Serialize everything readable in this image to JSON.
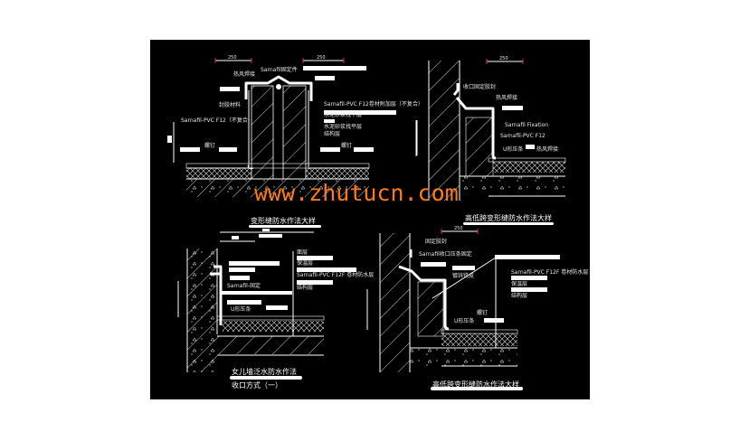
{
  "drawing": {
    "background": "#000000",
    "watermark": "www.zhutucn.com",
    "watermark_color": "#ff7a10",
    "dimension": "250",
    "top_left": {
      "title": "变形缝防水作法大样",
      "labels": [
        "热风焊接",
        "Sarnafil固定件",
        "封胶材料",
        "Sarnafil-PVC F12（不复合）",
        "螺钉",
        "螺钉",
        "Sarnafil-PVC F12卷材附加层（不复合）",
        "水泥砂浆找平层",
        "水泥砂浆找平层",
        "结构层"
      ]
    },
    "top_right": {
      "title": "高低跨变形缝防水作法大样",
      "labels": [
        "收口固定胶封",
        "热风焊接",
        "Sarnafil Fixation",
        "Sarnafil-PVC F12",
        "U形压条",
        "热风焊接"
      ]
    },
    "bottom_left": {
      "title": "女儿墙泛水防水作法",
      "subtitle": "收口方式（一）",
      "labels": [
        "面层",
        "保温层",
        "Sarnafil-PVC F12F 卷材防水层",
        "结构层",
        "Sarnafil-固定",
        "U形压条"
      ]
    },
    "bottom_right": {
      "title": "高低跨变形缝防水作法大样",
      "labels": [
        "固定胶封",
        "Sarnafil收口压条固定",
        "镀锌铁皮",
        "Sarnafil-PVC F12F 卷材防水层",
        "保温层",
        "结构层",
        "螺钉",
        "U形压条"
      ]
    }
  }
}
